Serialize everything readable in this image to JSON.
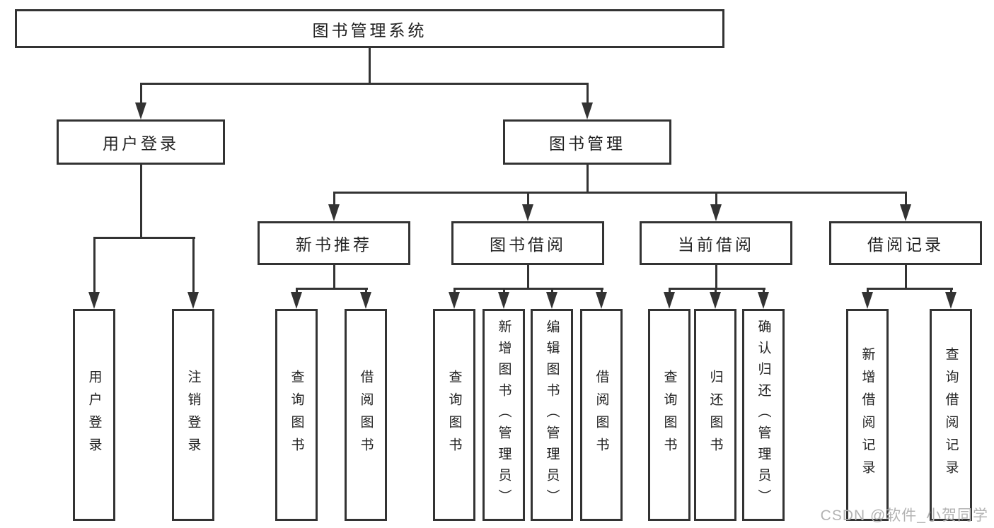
{
  "diagram": {
    "type": "hierarchy-tree",
    "root": {
      "label": "图书管理系统",
      "children": [
        {
          "label": "用户登录",
          "children": [
            {
              "label": "用户登录"
            },
            {
              "label": "注销登录"
            }
          ]
        },
        {
          "label": "图书管理",
          "children": [
            {
              "label": "新书推荐",
              "children": [
                {
                  "label": "查询图书"
                },
                {
                  "label": "借阅图书"
                }
              ]
            },
            {
              "label": "图书借阅",
              "children": [
                {
                  "label": "查询图书"
                },
                {
                  "label": "新增图书（管理员）"
                },
                {
                  "label": "编辑图书（管理员）"
                },
                {
                  "label": "借阅图书"
                }
              ]
            },
            {
              "label": "当前借阅",
              "children": [
                {
                  "label": "查询图书"
                },
                {
                  "label": "归还图书"
                },
                {
                  "label": "确认归还（管理员）"
                }
              ]
            },
            {
              "label": "借阅记录",
              "children": [
                {
                  "label": "新增借阅记录"
                },
                {
                  "label": "查询借阅记录"
                }
              ]
            }
          ]
        }
      ]
    }
  },
  "watermark": {
    "text": "CSDN @软件_小贺同学"
  },
  "colors": {
    "line": "#333333",
    "box_border": "#333333",
    "box_fill": "#ffffff",
    "text": "#222222",
    "watermark": "#b3b3b3",
    "background": "#ffffff"
  }
}
